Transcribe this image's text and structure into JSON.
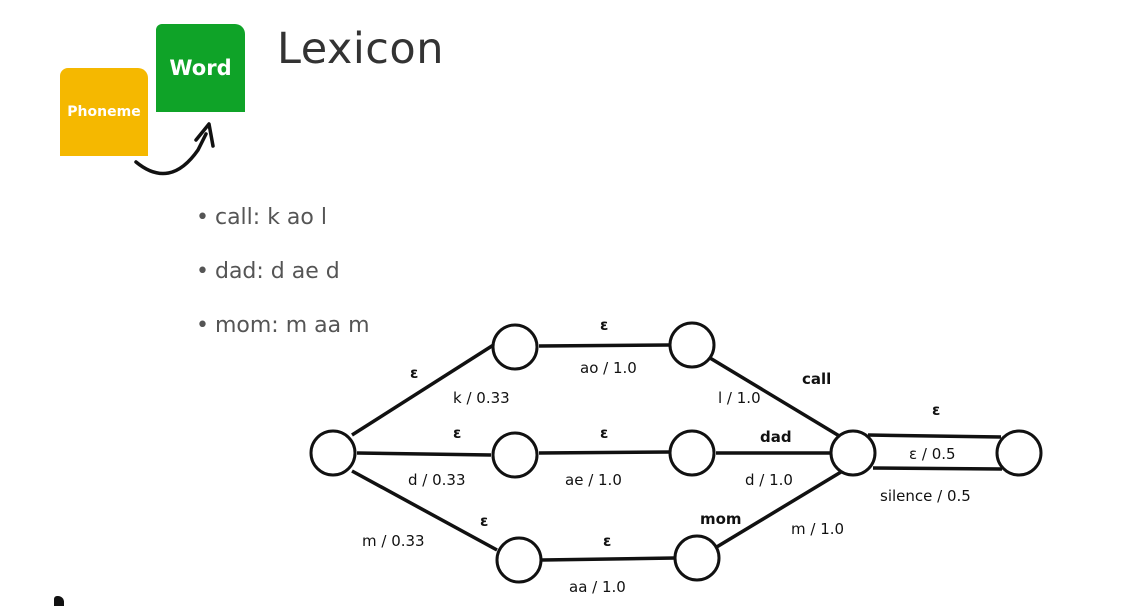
{
  "slide": {
    "title": "Lexicon",
    "icons": {
      "phoneme_label": "Phoneme",
      "word_label": "Word",
      "phoneme_color": "#F5B800",
      "word_color": "#0FA328",
      "arrow_icon": "curved-arrow-icon"
    },
    "bullets": [
      {
        "text": "call: k ao l"
      },
      {
        "text": "dad: d ae d"
      },
      {
        "text": "mom: m aa m"
      }
    ]
  },
  "diagram": {
    "edges": [
      {
        "out": "ε",
        "in": "k / 0.33"
      },
      {
        "out": "ε",
        "in": "d / 0.33"
      },
      {
        "out": "ε",
        "in": "m / 0.33"
      },
      {
        "out": "ε",
        "in": "ao / 1.0"
      },
      {
        "out": "ε",
        "in": "ae / 1.0"
      },
      {
        "out": "ε",
        "in": "aa / 1.0"
      },
      {
        "out": "call",
        "in": "l / 1.0"
      },
      {
        "out": "dad",
        "in": "d / 1.0"
      },
      {
        "out": "mom",
        "in": "m / 1.0"
      },
      {
        "out": "ε",
        "in": "ε / 0.5"
      },
      {
        "in": "silence / 0.5"
      }
    ]
  }
}
